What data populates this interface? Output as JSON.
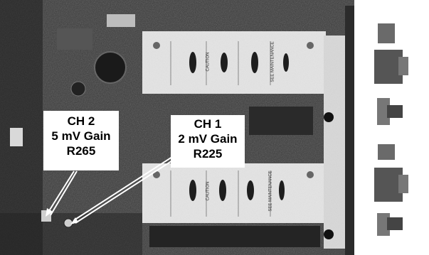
{
  "callouts": [
    {
      "line1": "CH 2",
      "line2": "5 mV Gain",
      "line3": "R265"
    },
    {
      "line1": "CH 1",
      "line2": "2 mV Gain",
      "line3": "R225"
    }
  ],
  "board_labels": {
    "caution": "CAUTION",
    "maintenance": "SEE MAINTENANCE"
  },
  "colors": {
    "board": "#3c3c3c",
    "panel": "#e6e6e6",
    "callout_bg": "#ffffff",
    "text": "#000000"
  }
}
